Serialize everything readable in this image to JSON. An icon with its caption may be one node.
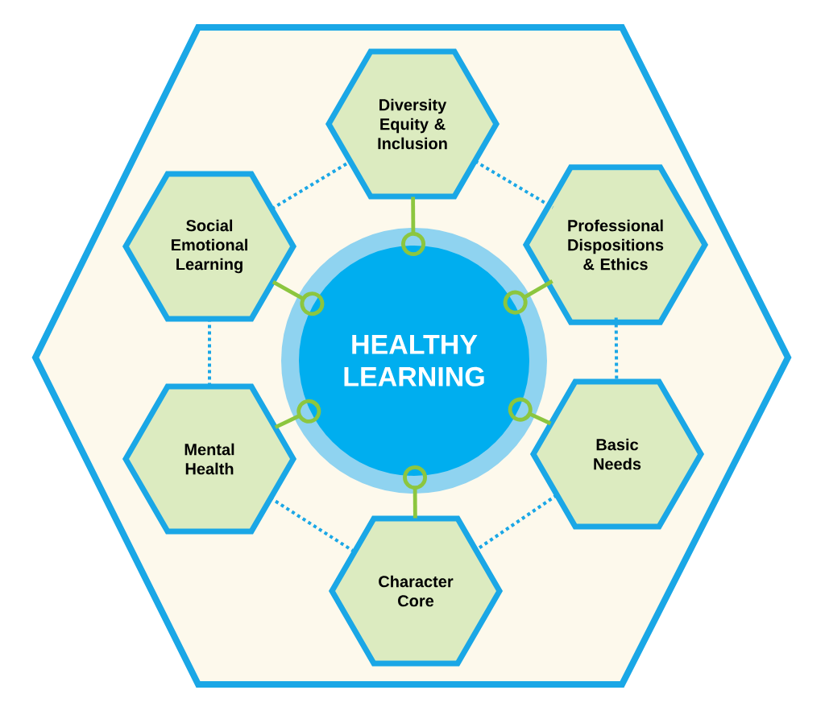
{
  "diagram": {
    "nodes": [
      {
        "text": [
          "HEALTHY LEARNING"
        ]
      },
      {
        "text": [
          "Diversity Equity & Inclusion"
        ]
      },
      {
        "text": [
          "Professional Dispositions & Ethics"
        ]
      },
      {
        "text": [
          "Basic Needs"
        ]
      },
      {
        "text": [
          "Character Core"
        ]
      },
      {
        "text": [
          "Mental Health"
        ]
      },
      {
        "text": [
          "Social Emotional Learning"
        ]
      }
    ],
    "edges": [
      {
        "from": 0,
        "to": 1,
        "arrow": "other",
        "color": "#8cc63f"
      },
      {
        "from": 0,
        "to": 2,
        "arrow": "other",
        "color": "#8cc63f"
      },
      {
        "from": 0,
        "to": 3,
        "arrow": "other",
        "color": "#8cc63f"
      },
      {
        "from": 0,
        "to": 4,
        "arrow": "other",
        "color": "#8cc63f"
      },
      {
        "from": 0,
        "to": 5,
        "arrow": "other",
        "color": "#8cc63f"
      },
      {
        "from": 0,
        "to": 6,
        "arrow": "other",
        "color": "#8cc63f"
      },
      {
        "from": 1,
        "to": 2,
        "arrow": "none",
        "style": "dashed",
        "color": "#1aa7e6"
      },
      {
        "from": 2,
        "to": 3,
        "arrow": "none",
        "style": "dashed",
        "color": "#1aa7e6"
      },
      {
        "from": 3,
        "to": 4,
        "arrow": "none",
        "style": "dashed",
        "color": "#1aa7e6"
      },
      {
        "from": 4,
        "to": 5,
        "arrow": "none",
        "style": "dashed",
        "color": "#1aa7e6"
      },
      {
        "from": 5,
        "to": 6,
        "arrow": "none",
        "style": "dashed",
        "color": "#1aa7e6"
      },
      {
        "from": 6,
        "to": 1,
        "arrow": "none",
        "style": "dashed",
        "color": "#1aa7e6"
      }
    ]
  }
}
